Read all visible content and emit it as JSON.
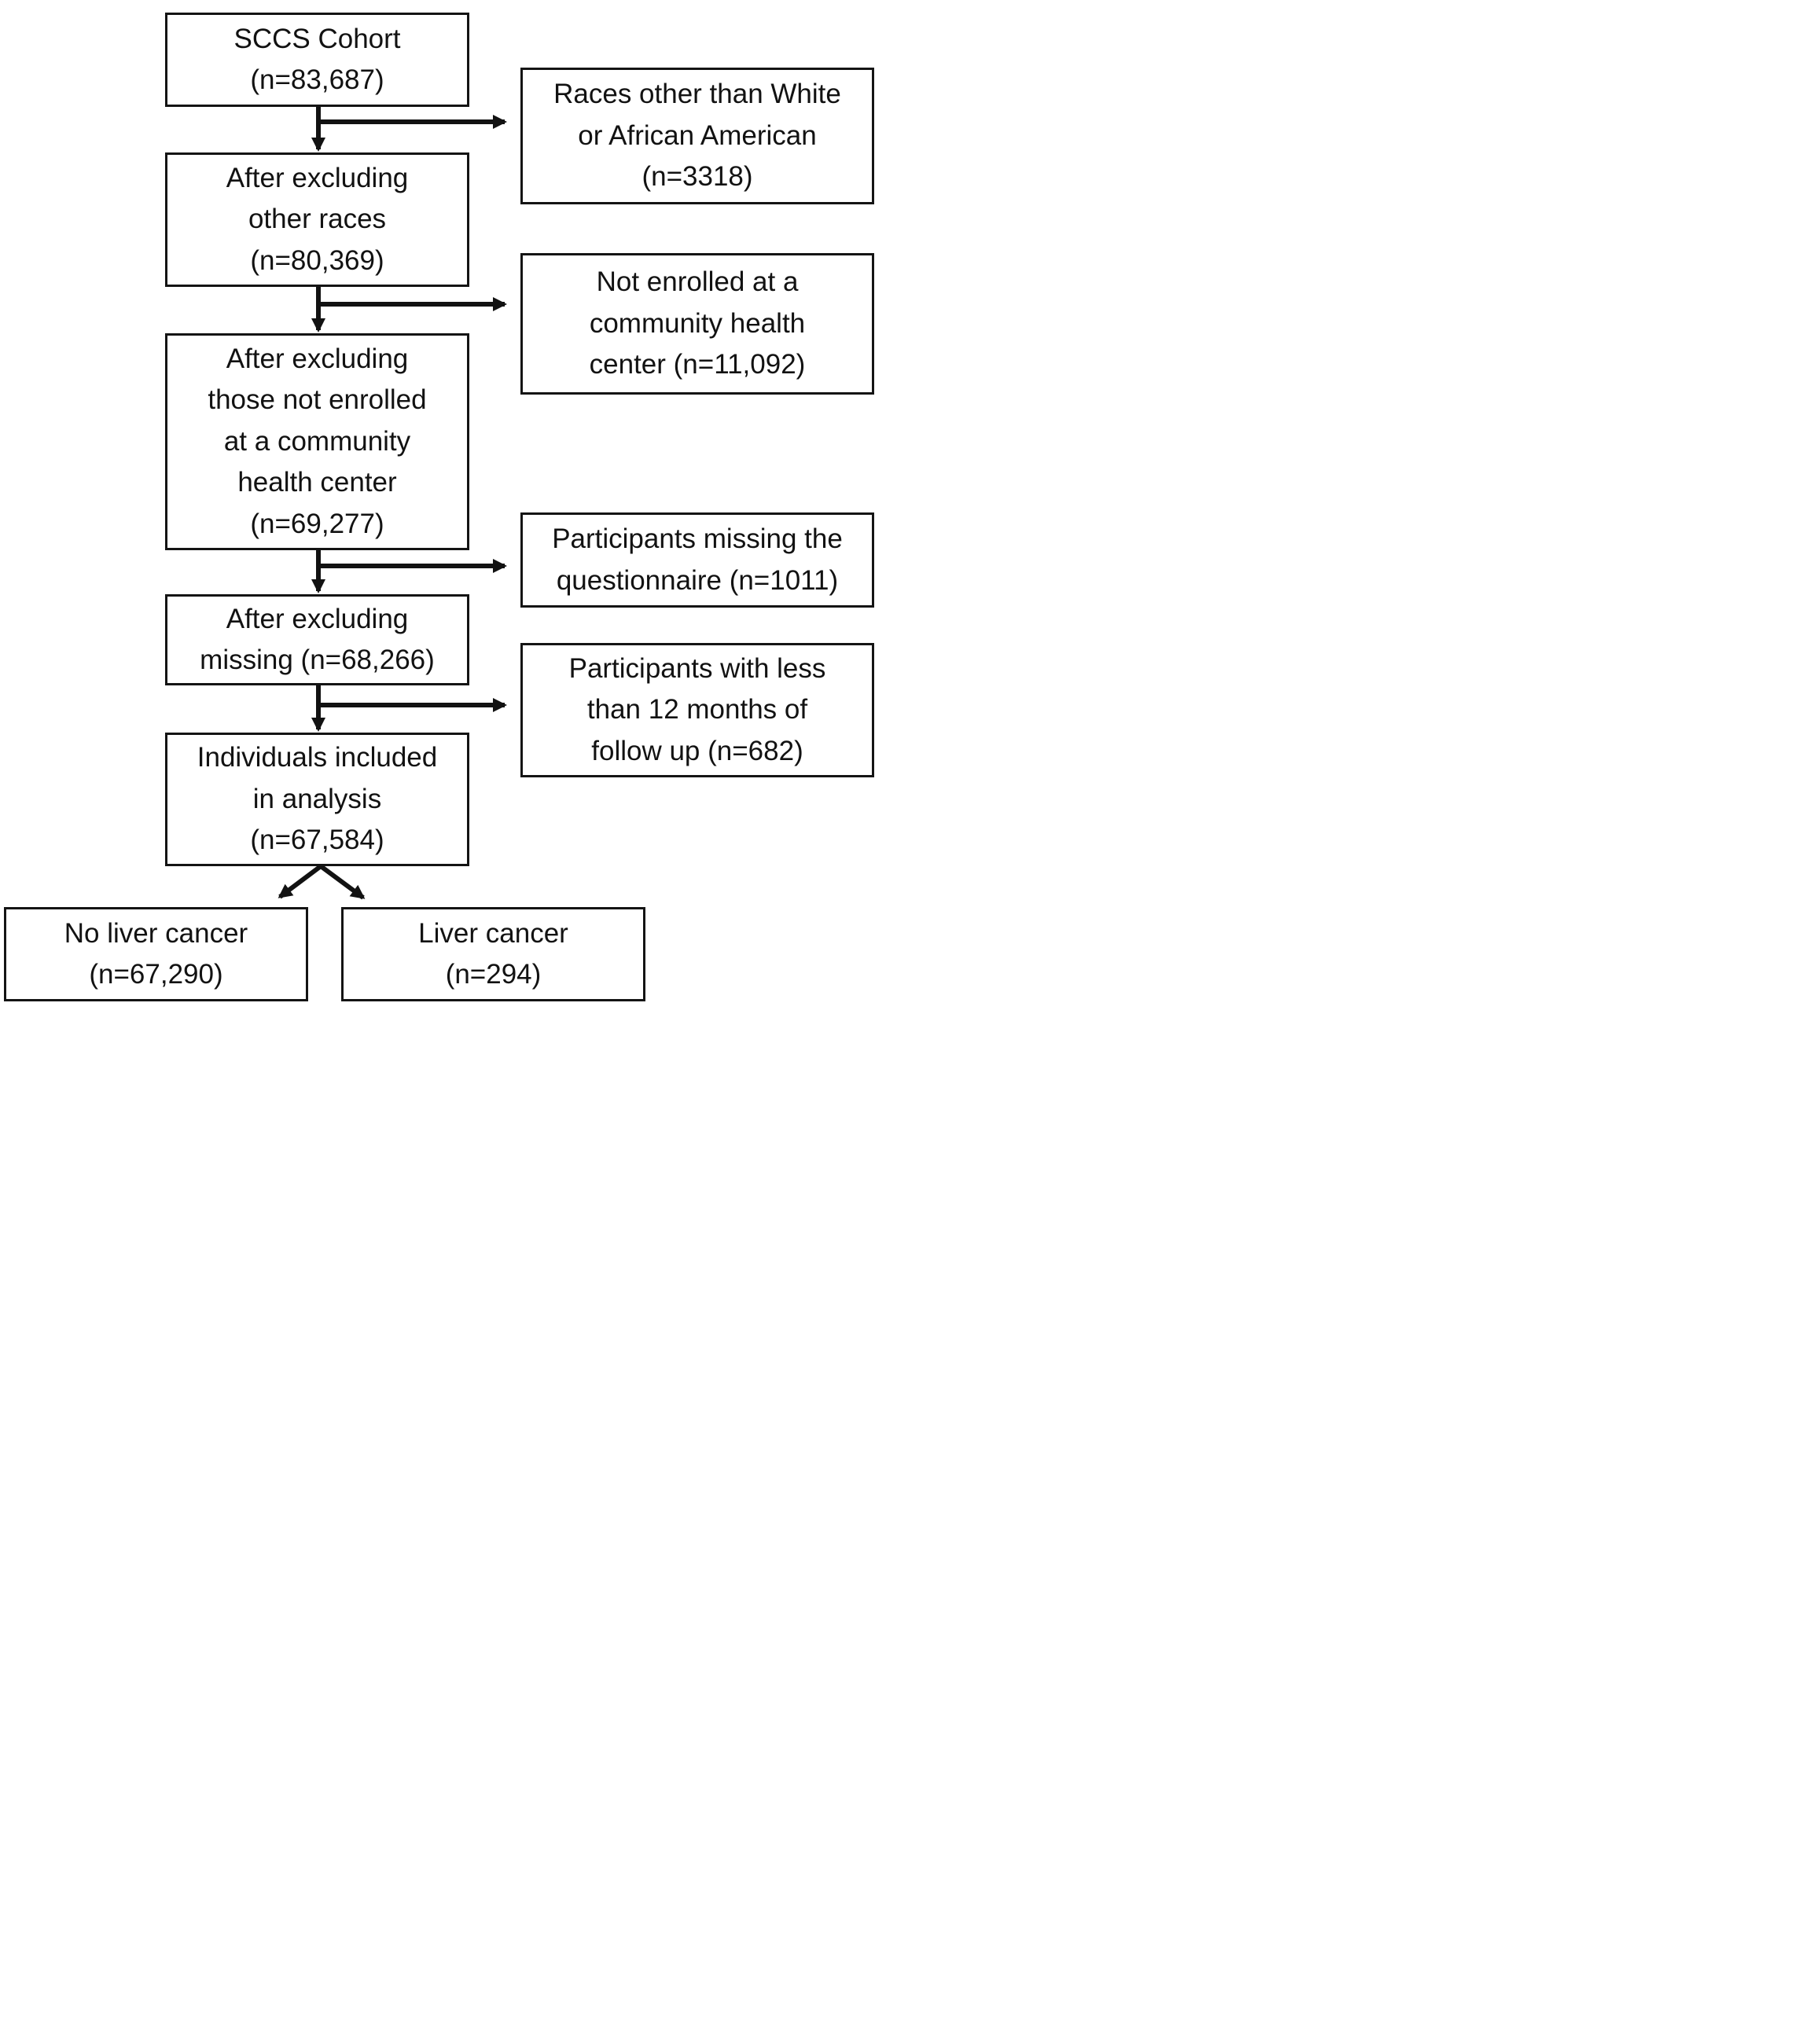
{
  "figure": {
    "type": "participant-flow-diagram",
    "background_color": "#ffffff",
    "line_color": "#121212",
    "box_border_color": "#141414"
  },
  "nodes": {
    "cohort": {
      "lines": [
        "SCCS Cohort",
        "(n=83,687)"
      ],
      "n": "83,687"
    },
    "excluded_races": {
      "lines": [
        "Races other than White",
        "or African American",
        "(n=3318)"
      ],
      "n": "3318"
    },
    "after_races": {
      "lines": [
        "After excluding",
        "other races",
        "(n=80,369)"
      ],
      "n": "80,369"
    },
    "excluded_chc": {
      "lines": [
        "Not enrolled at a",
        "community health",
        "center (n=11,092)"
      ],
      "n": "11,092"
    },
    "after_chc": {
      "lines": [
        "After excluding",
        "those not enrolled",
        "at a community",
        "health center",
        "(n=69,277)"
      ],
      "n": "69,277"
    },
    "excluded_questionnaire": {
      "lines": [
        "Participants missing the",
        "questionnaire (n=1011)"
      ],
      "n": "1011"
    },
    "after_missing": {
      "lines": [
        "After excluding",
        "missing (n=68,266)"
      ],
      "n": "68,266"
    },
    "excluded_followup": {
      "lines": [
        "Participants with less",
        "than 12 months of",
        "follow up (n=682)"
      ],
      "n": "682"
    },
    "analysis": {
      "lines": [
        "Individuals included",
        "in analysis",
        "(n=67,584)"
      ],
      "n": "67,584"
    },
    "no_liver_cancer": {
      "lines": [
        "No liver cancer",
        "(n=67,290)"
      ],
      "n": "67,290"
    },
    "liver_cancer": {
      "lines": [
        "Liver cancer",
        "(n=294)"
      ],
      "n": "294"
    }
  },
  "edges": [
    {
      "from": "cohort",
      "to": "after_races",
      "kind": "flow"
    },
    {
      "from": "cohort",
      "to": "excluded_races",
      "kind": "exclusion"
    },
    {
      "from": "after_races",
      "to": "after_chc",
      "kind": "flow"
    },
    {
      "from": "after_races",
      "to": "excluded_chc",
      "kind": "exclusion"
    },
    {
      "from": "after_chc",
      "to": "after_missing",
      "kind": "flow"
    },
    {
      "from": "after_chc",
      "to": "excluded_questionnaire",
      "kind": "exclusion"
    },
    {
      "from": "after_missing",
      "to": "analysis",
      "kind": "flow"
    },
    {
      "from": "after_missing",
      "to": "excluded_followup",
      "kind": "exclusion"
    },
    {
      "from": "analysis",
      "to": "no_liver_cancer",
      "kind": "split"
    },
    {
      "from": "analysis",
      "to": "liver_cancer",
      "kind": "split"
    }
  ]
}
